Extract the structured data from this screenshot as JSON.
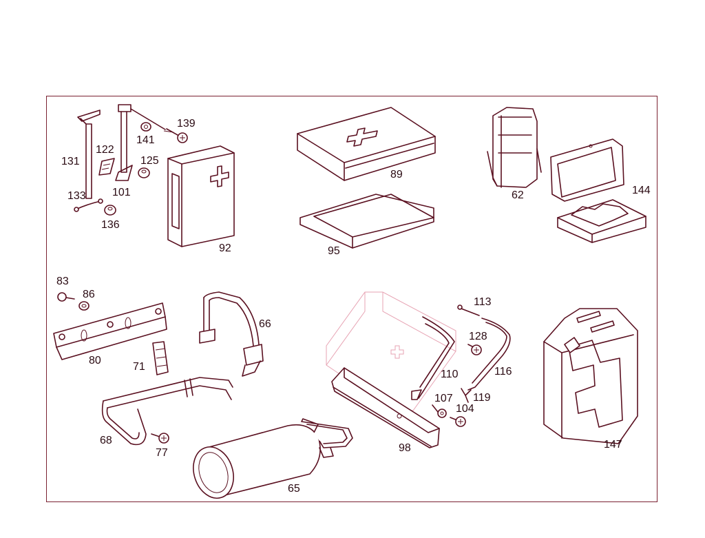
{
  "diagram": {
    "line_color": "#5a1020",
    "frame_color": "#7a2030",
    "faint_color": "#e7a3b3",
    "callouts": {
      "p131": "131",
      "p122": "122",
      "p101": "101",
      "p141": "141",
      "p139": "139",
      "p125": "125",
      "p133": "133",
      "p136": "136",
      "p92": "92",
      "p89": "89",
      "p95": "95",
      "p62": "62",
      "p144": "144",
      "p83": "83",
      "p86": "86",
      "p80": "80",
      "p71": "71",
      "p66": "66",
      "p68": "68",
      "p77": "77",
      "p65": "65",
      "p113": "113",
      "p128": "128",
      "p110": "110",
      "p116": "116",
      "p119": "119",
      "p107": "107",
      "p104": "104",
      "p98": "98",
      "p147": "147"
    }
  }
}
